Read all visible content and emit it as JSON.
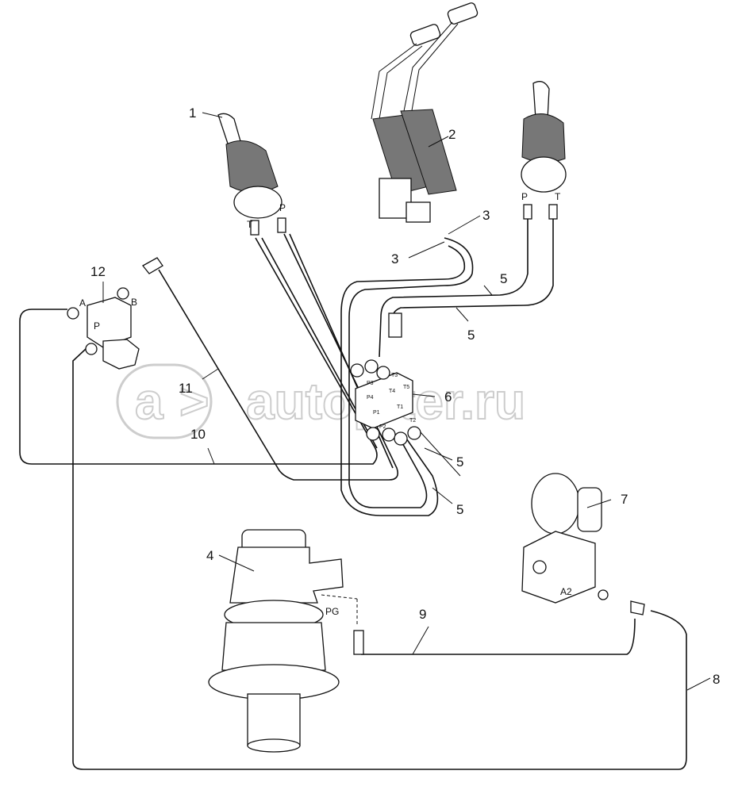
{
  "watermark": "autopiter.ru",
  "callouts": {
    "c1": "1",
    "c2": "2",
    "c3a": "3",
    "c3b": "3",
    "c4": "4",
    "c5a": "5",
    "c5b": "5",
    "c5c": "5",
    "c5d": "5",
    "c6": "6",
    "c7": "7",
    "c8": "8",
    "c9": "9",
    "c10": "10",
    "c11": "11",
    "c12": "12"
  },
  "ports": {
    "left_joystick_t": "T",
    "left_joystick_p": "P",
    "right_joystick_p": "P",
    "right_joystick_t": "T",
    "valve12_a": "A",
    "valve12_b": "B",
    "valve12_p": "P",
    "motor_pg": "PG",
    "accumulator_a2": "A2"
  },
  "valve_block_ports": [
    "P3",
    "T3",
    "P4",
    "T4",
    "T5",
    "P1",
    "T1",
    "P2",
    "T2"
  ]
}
